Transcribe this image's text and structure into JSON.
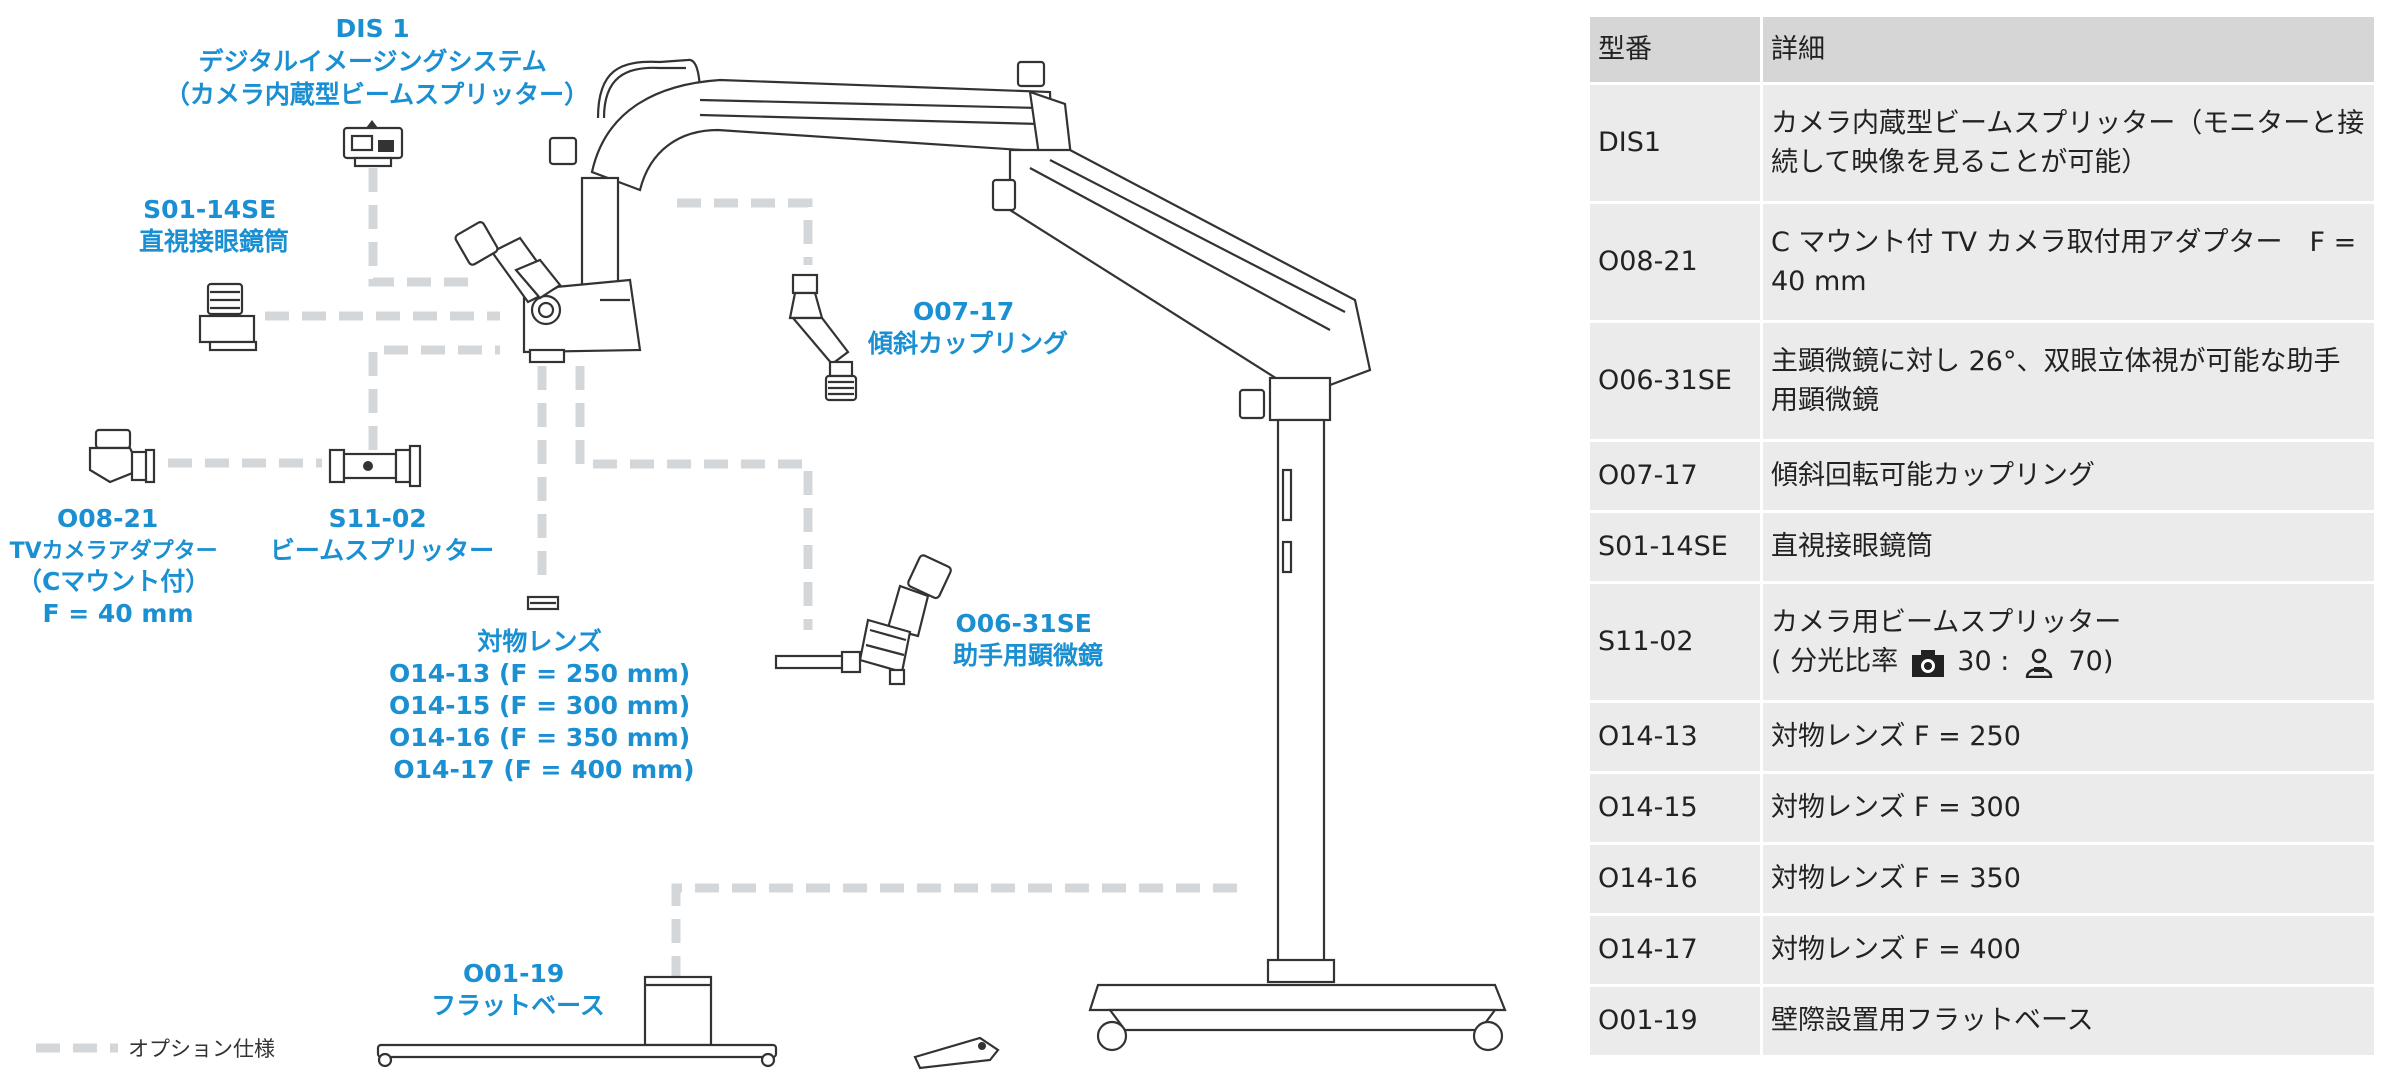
{
  "diagram": {
    "labels": {
      "dis1": [
        "DIS 1",
        "デジタルイメージングシステム",
        "（カメラ内蔵型ビームスプリッター）"
      ],
      "s01_14se": [
        "S01-14SE",
        "直視接眼鏡筒"
      ],
      "o07_17": [
        "O07-17",
        "傾斜カップリング"
      ],
      "o08_21": [
        "O08-21",
        "TVカメラアダプター",
        "（Cマウント付）",
        "F = 40 mm"
      ],
      "s11_02": [
        "S11-02",
        "ビームスプリッター"
      ],
      "o06_31se": [
        "O06-31SE",
        "助手用顕微鏡"
      ],
      "objective": [
        "対物レンズ",
        "O14-13 (F = 250 mm)",
        "O14-15 (F = 300 mm)",
        "O14-16 (F = 350 mm)",
        "O14-17 (F = 400 mm)"
      ],
      "o01_19": [
        "O01-19",
        "フラットベース"
      ]
    },
    "legend": "オプション仕様",
    "colors": {
      "label": "#1a8fd1",
      "option_line": "#d3d7da",
      "outline": "#333333"
    }
  },
  "table": {
    "headers": [
      "型番",
      "詳細"
    ],
    "rows": [
      {
        "model": "DIS1",
        "detail": [
          "カメラ内蔵型ビームスプリッター（モニターと接",
          "続して映像を見ることが可能）"
        ]
      },
      {
        "model": "O08-21",
        "detail": [
          "C マウント付 TV カメラ取付用アダプター　F =",
          "40 mm"
        ]
      },
      {
        "model": "O06-31SE",
        "detail": [
          "主顕微鏡に対し 26°、双眼立体視が可能な助手",
          "用顕微鏡"
        ]
      },
      {
        "model": "O07-17",
        "detail": [
          "傾斜回転可能カップリング"
        ]
      },
      {
        "model": "S01-14SE",
        "detail": [
          "直視接眼鏡筒"
        ]
      },
      {
        "model": "S11-02",
        "detail": [
          "カメラ用ビームスプリッター",
          "( 分光比率 {camera} 30 : {person} 70)"
        ]
      },
      {
        "model": "O14-13",
        "detail": [
          "対物レンズ F = 250"
        ]
      },
      {
        "model": "O14-15",
        "detail": [
          "対物レンズ F = 300"
        ]
      },
      {
        "model": "O14-16",
        "detail": [
          "対物レンズ F = 350"
        ]
      },
      {
        "model": "O14-17",
        "detail": [
          "対物レンズ F = 400"
        ]
      },
      {
        "model": "O01-19",
        "detail": [
          "壁際設置用フラットベース"
        ]
      }
    ],
    "colors": {
      "header_bg": "#d6d6d6",
      "row_bg": "#ebebeb"
    }
  }
}
